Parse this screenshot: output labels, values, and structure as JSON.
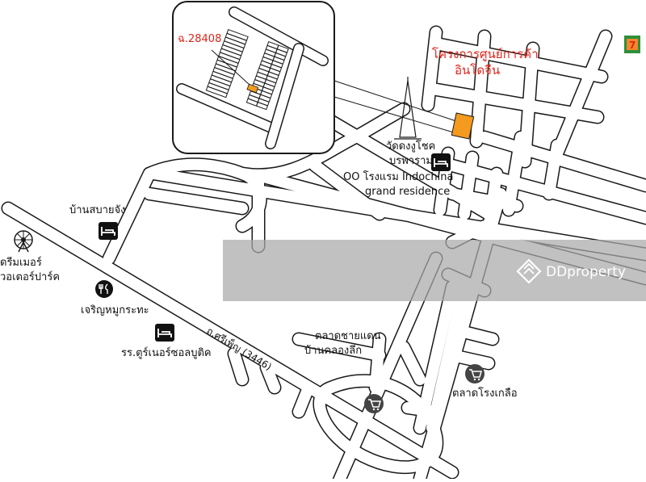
{
  "project": {
    "line1": "โครงการศูนย์การค้า",
    "line2": "อินโดจีน"
  },
  "plot_code": "ฉ.28408",
  "places": {
    "temple": {
      "line1": "วัดดงงูโชค",
      "line2": "บรพาราม",
      "icon": "temple-icon"
    },
    "hotel_indochina": {
      "line1": "OO โรงแรม Indochina",
      "line2": "grand residence",
      "icon": "hotel-icon"
    },
    "ban_sabaijang": {
      "label": "บ้านสบายจัง",
      "icon": "hotel-icon"
    },
    "dream_world": {
      "line1": "ดรีมเมอร์",
      "line2": "วอเตอร์ปาร์ค",
      "icon": "ferris-wheel-icon"
    },
    "jaroen_mookrata": {
      "label": "เจริญหมูกระทะ",
      "icon": "restaurant-icon"
    },
    "tourner_hotel": {
      "label": "รร.ตูร์เนอร์ซอลบูติค",
      "icon": "hotel-icon"
    },
    "border_market": {
      "line1": "ตลาดชายแดน",
      "line2": "บ้านคลองลึก",
      "icon": "shopping-cart-icon"
    },
    "rongkluea_market": {
      "label": "ตลาดโรงเกลือ",
      "icon": "shopping-cart-icon"
    }
  },
  "road_label": "ถ.ศรีเพ็ญ (3446)",
  "watermark": {
    "text": "DDproperty",
    "icon": "ddproperty-logo-icon"
  },
  "corner_logo": {
    "text": "7",
    "icon": "seven-eleven-logo-icon"
  },
  "colors": {
    "highlight": "#f39a1f",
    "project_text": "#e2231a",
    "road": "#1a1a1a",
    "watermark_band": "#a9a9a9"
  }
}
